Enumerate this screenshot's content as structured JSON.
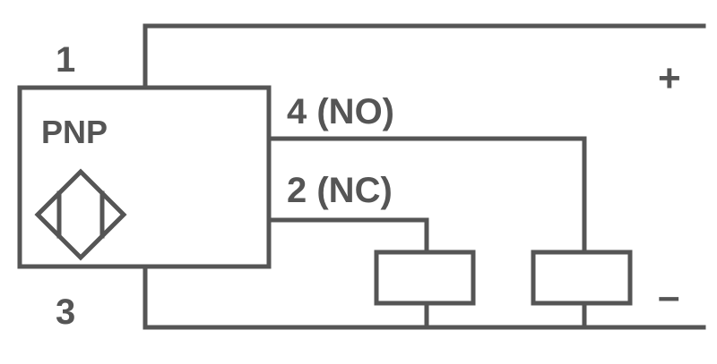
{
  "sensor": {
    "type_label": "PNP",
    "symbol_icon": "proximity-sensor-icon"
  },
  "pins": {
    "pin1": "1",
    "pin3": "3",
    "pin4": "4 (NO)",
    "pin2": "2 (NC)"
  },
  "supply": {
    "positive": "+",
    "negative": "–"
  },
  "colors": {
    "line": "#555555",
    "background": "#ffffff"
  }
}
